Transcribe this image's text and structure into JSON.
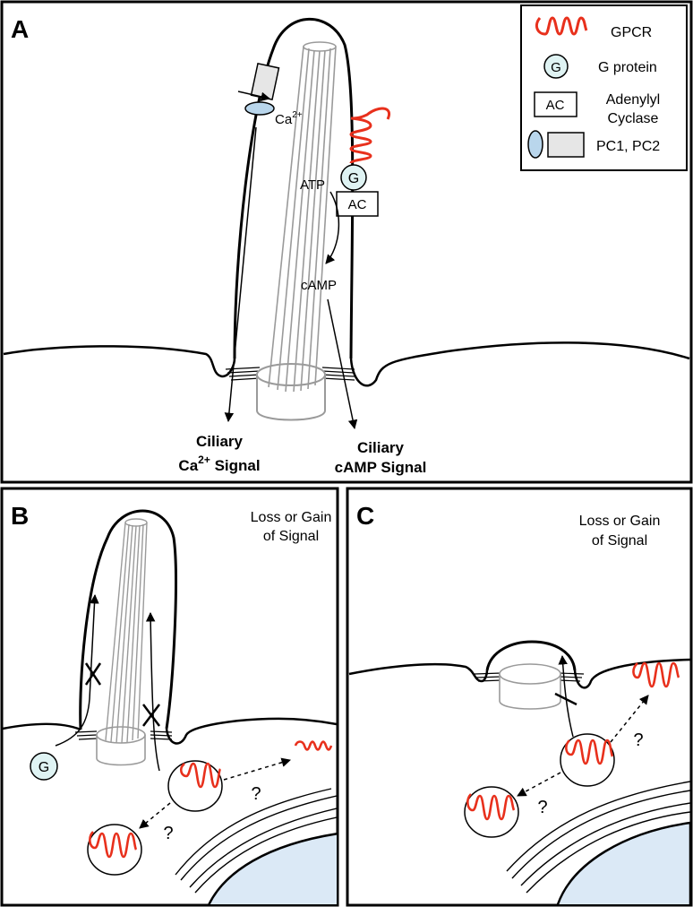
{
  "colors": {
    "gpcr": "#e8301c",
    "g_protein_fill": "#dff3f3",
    "pc1_fill": "#b9d6ec",
    "pc2_fill": "#e6e6e6",
    "nucleus_fill": "#dbe9f6",
    "axoneme": "#9a9a9a",
    "outline": "#000000"
  },
  "panels": {
    "a": {
      "letter": "A",
      "legend": {
        "gpcr": "GPCR",
        "g_protein": "G protein",
        "g_symbol": "G",
        "ac_symbol": "AC",
        "ac_line1": "Adenylyl",
        "ac_line2": "Cyclase",
        "pc": "PC1, PC2"
      },
      "labels": {
        "ca": "Ca",
        "ca_sup": "2+",
        "atp": "ATP",
        "camp": "cAMP",
        "g_symbol": "G",
        "ac_symbol": "AC"
      },
      "outputs": {
        "ca_line1": "Ciliary",
        "ca_line2_pre": "Ca",
        "ca_line2_sup": "2+",
        "ca_line2_post": " Signal",
        "camp_line1": "Ciliary",
        "camp_line2": "cAMP Signal"
      }
    },
    "b": {
      "letter": "B",
      "title_line1": "Loss or Gain",
      "title_line2": "of Signal",
      "g_symbol": "G",
      "question_1": "?",
      "question_2": "?"
    },
    "c": {
      "letter": "C",
      "title_line1": "Loss or Gain",
      "title_line2": "of Signal",
      "question_1": "?",
      "question_2": "?"
    }
  }
}
